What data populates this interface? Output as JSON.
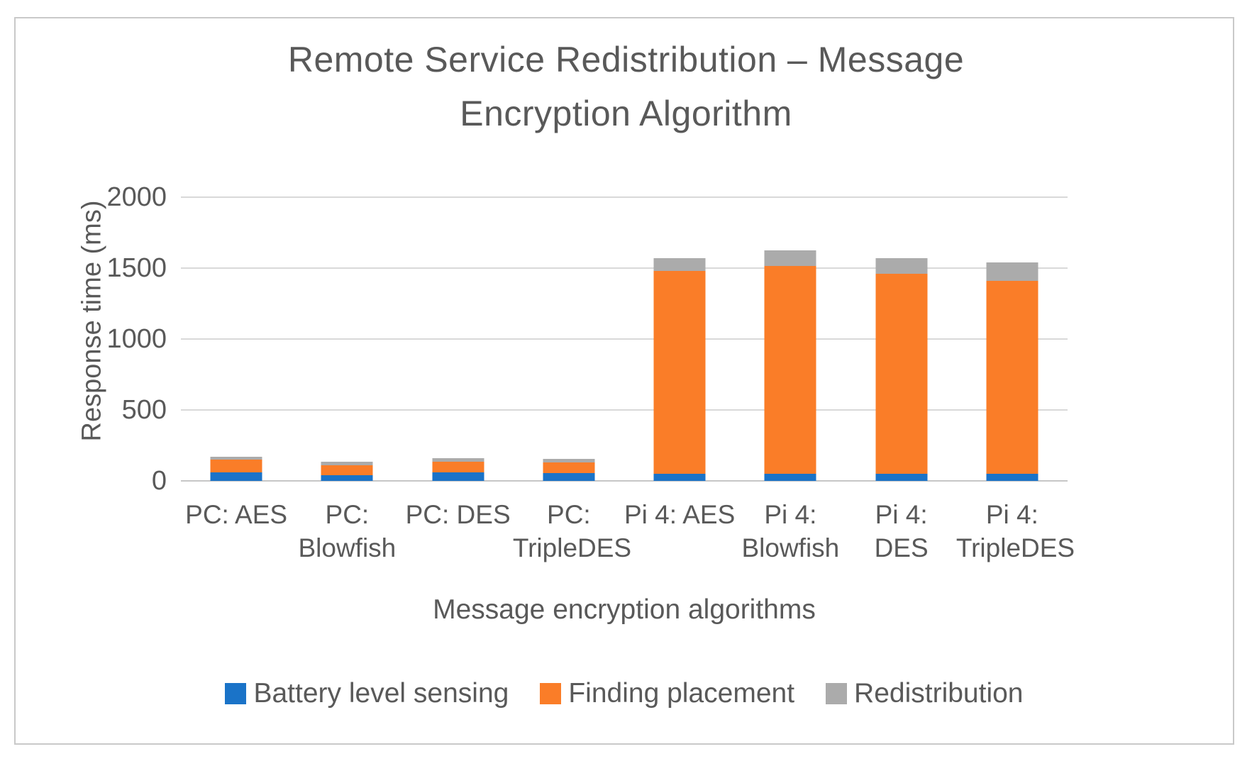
{
  "figure": {
    "title_lines": [
      "Remote Service Redistribution – Message",
      "Encryption Algorithm"
    ]
  },
  "colors": {
    "series_blue": "#1A73C8",
    "series_orange": "#FA7D28",
    "series_gray": "#ABABAB",
    "text": "#595959",
    "gridline": "#D9D9D9",
    "axis_line": "#C6C6C6",
    "frame_border": "#C9C9C9"
  },
  "chart_data": {
    "type": "bar",
    "stacked": true,
    "title": "Remote Service Redistribution – Message Encryption Algorithm",
    "xlabel": "Message encryption algorithms",
    "ylabel": "Response time (ms)",
    "ylim": [
      0,
      2000
    ],
    "yticks": [
      0,
      500,
      1000,
      1500,
      2000
    ],
    "grid": true,
    "legend_position": "bottom",
    "categories": [
      "PC: AES",
      "PC: Blowfish",
      "PC: DES",
      "PC: TripleDES",
      "Pi 4: AES",
      "Pi 4: Blowfish",
      "Pi 4: DES",
      "Pi 4: TripleDES"
    ],
    "series": [
      {
        "name": "Battery level sensing",
        "color": "#1A73C8",
        "values": [
          60,
          40,
          60,
          55,
          50,
          50,
          50,
          50
        ]
      },
      {
        "name": "Finding placement",
        "color": "#FA7D28",
        "values": [
          90,
          70,
          75,
          75,
          1430,
          1465,
          1410,
          1360
        ]
      },
      {
        "name": "Redistribution",
        "color": "#ABABAB",
        "values": [
          20,
          25,
          25,
          25,
          90,
          110,
          110,
          130
        ]
      }
    ],
    "totals": [
      170,
      135,
      160,
      155,
      1570,
      1625,
      1570,
      1540
    ]
  }
}
